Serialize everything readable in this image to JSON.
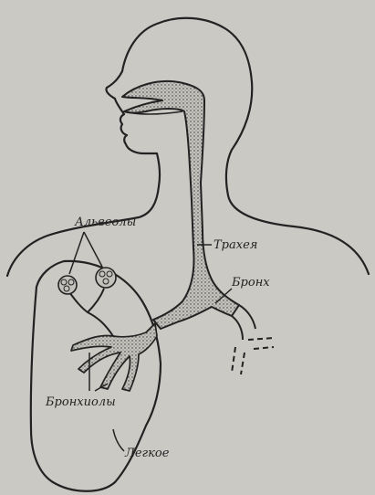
{
  "diagram": {
    "labels": {
      "alveoli": "Альвеолы",
      "trachea": "Трахея",
      "bronchus": "Бронх",
      "bronchioles": "Бронхиолы",
      "lung": "Легкое"
    }
  },
  "colors": {
    "background": "#cac9c4",
    "line": "#222222",
    "airway_fill": "#bdbcb6"
  }
}
